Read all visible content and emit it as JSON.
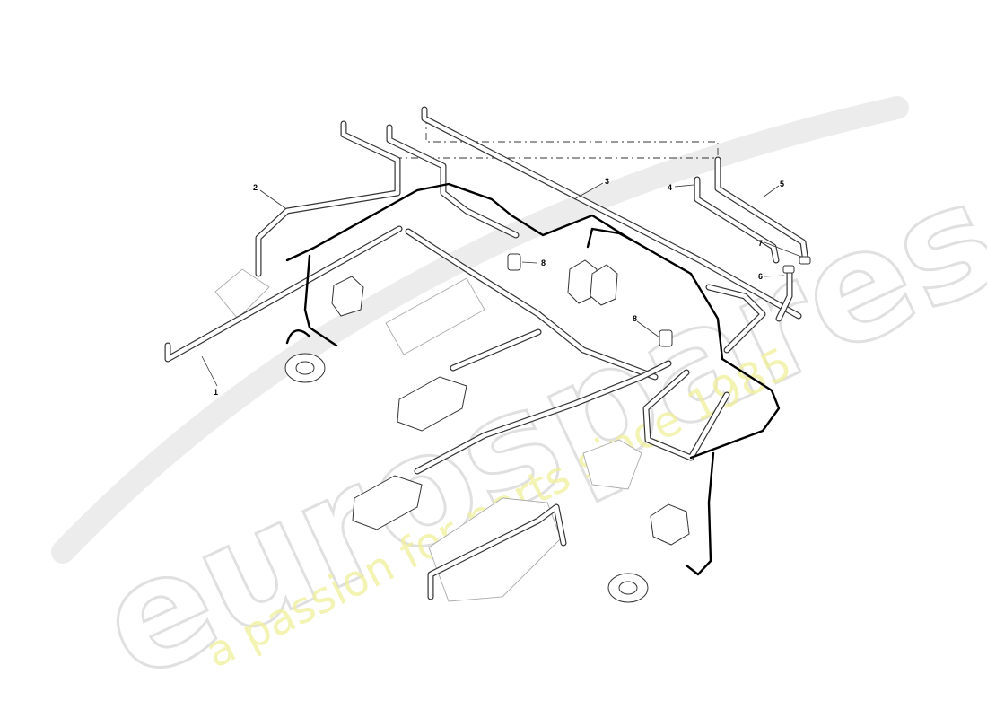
{
  "watermark": {
    "brand": "eurospares",
    "tagline": "a passion for parts since 1985"
  },
  "callouts": [
    {
      "id": "c1",
      "text": "1"
    },
    {
      "id": "c2",
      "text": "2"
    },
    {
      "id": "c3",
      "text": "3"
    },
    {
      "id": "c4",
      "text": "4"
    },
    {
      "id": "c5",
      "text": "5"
    },
    {
      "id": "c6",
      "text": "6"
    },
    {
      "id": "c7",
      "text": "7"
    },
    {
      "id": "c8a",
      "text": "8"
    },
    {
      "id": "c8b",
      "text": "8"
    }
  ]
}
